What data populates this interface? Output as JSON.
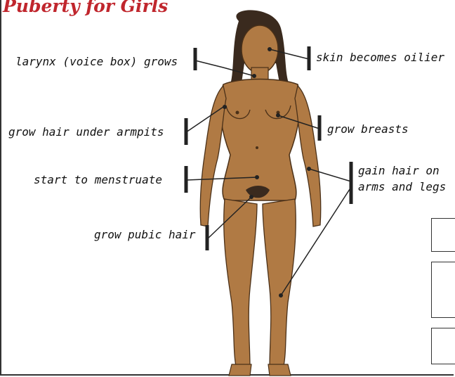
{
  "title": "Puberty for Girls",
  "labels": {
    "larynx": "larynx (voice box) grows",
    "skin": "skin becomes oilier",
    "armpits": "grow hair under armpits",
    "breasts": "grow breasts",
    "menstruate": "start to menstruate",
    "arms_legs_1": "gain hair on",
    "arms_legs_2": "arms and legs",
    "pubic": "grow pubic hair"
  },
  "colors": {
    "title": "#c0262d",
    "skin": "#b07a44",
    "skin_shadow": "#8a5a2e",
    "hair": "#3a2a1e",
    "line": "#222222"
  }
}
